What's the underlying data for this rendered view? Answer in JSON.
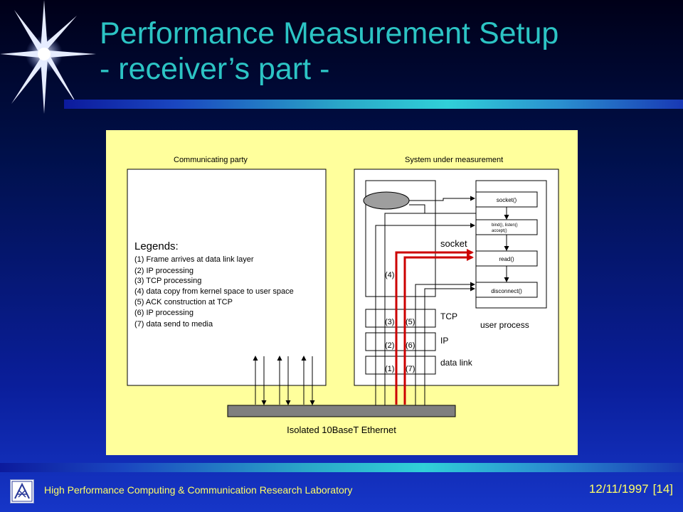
{
  "slide": {
    "title_line1": "Performance Measurement Setup",
    "title_line2": "- receiver’s part -"
  },
  "diagram": {
    "communicating_party": "Communicating party",
    "system_under_measurement": "System  under measurement",
    "legends_title": "Legends:",
    "legends": [
      "(1) Frame arrives at data link layer",
      "(2) IP processing",
      "(3) TCP processing",
      "(4) data copy from kernel space to user space",
      "(5) ACK construction at TCP",
      "(6) IP processing",
      "(7) data send to media"
    ],
    "calls": {
      "socket": "socket()",
      "bind_line1": "bind(), listen()",
      "bind_line2": "accept()",
      "read": "read()",
      "disconnect": "disconnect()"
    },
    "socket_label": "socket",
    "user_process": "user process",
    "layers": {
      "tcp": "TCP",
      "ip": "IP",
      "datalink": "data link"
    },
    "markers": {
      "m1": "(1)",
      "m2": "(2)",
      "m3": "(3)",
      "m4": "(4)",
      "m5": "(5)",
      "m6": "(6)",
      "m7": "(7)"
    },
    "ethernet": "Isolated 10BaseT Ethernet"
  },
  "footer": {
    "lab": "High Performance Computing & Communication Research Laboratory",
    "date": "12/11/1997",
    "page": "[14]"
  },
  "colors": {
    "title": "#2cc4c4",
    "footer_text": "#ffff66",
    "panel": "#ffff9c",
    "highlight_arrow": "#cc0000"
  }
}
